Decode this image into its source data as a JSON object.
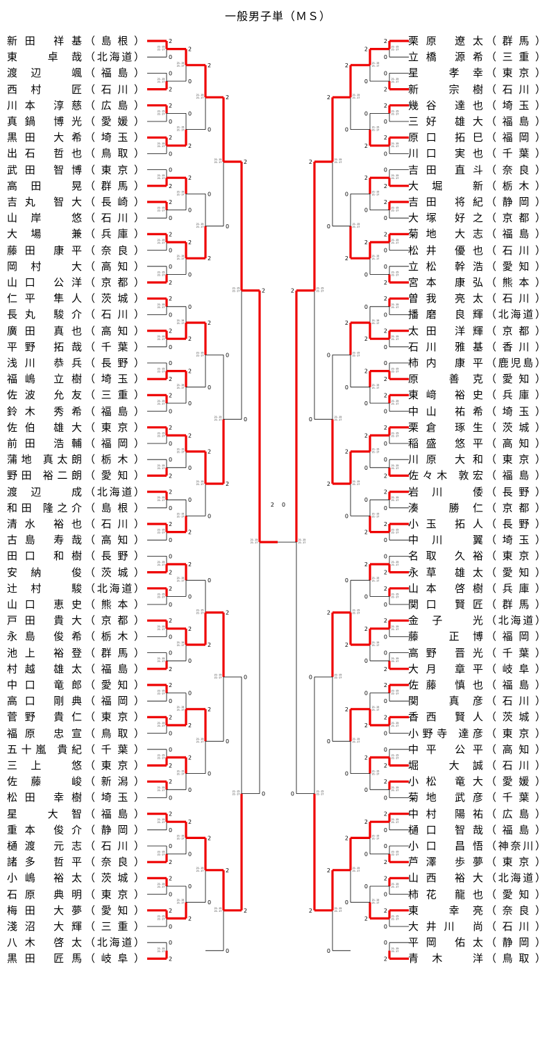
{
  "title": "一般男子単（ＭＳ）",
  "left": [
    {
      "name": "新田 祥基",
      "pref": "島根"
    },
    {
      "name": "東 卓哉",
      "pref": "北海道"
    },
    {
      "name": "渡辺 颯",
      "pref": "福島"
    },
    {
      "name": "西村 匠",
      "pref": "石川"
    },
    {
      "name": "川本 淳慈",
      "pref": "広島"
    },
    {
      "name": "真鍋 博光",
      "pref": "愛媛"
    },
    {
      "name": "黒田 大希",
      "pref": "埼玉"
    },
    {
      "name": "出石 哲也",
      "pref": "鳥取"
    },
    {
      "name": "武田 智博",
      "pref": "東京"
    },
    {
      "name": "高田 晃",
      "pref": "群馬"
    },
    {
      "name": "吉丸 智大",
      "pref": "長崎"
    },
    {
      "name": "山岸 悠",
      "pref": "石川"
    },
    {
      "name": "大場 兼",
      "pref": "兵庫"
    },
    {
      "name": "藤田 康平",
      "pref": "奈良"
    },
    {
      "name": "岡村 大",
      "pref": "高知"
    },
    {
      "name": "山口 公洋",
      "pref": "京都"
    },
    {
      "name": "仁平 隼人",
      "pref": "茨城"
    },
    {
      "name": "長丸 駿介",
      "pref": "石川"
    },
    {
      "name": "廣田 真也",
      "pref": "高知"
    },
    {
      "name": "平野 拓哉",
      "pref": "千葉"
    },
    {
      "name": "浅川 恭兵",
      "pref": "長野"
    },
    {
      "name": "福嶋 立樹",
      "pref": "埼玉"
    },
    {
      "name": "佐波 允友",
      "pref": "三重"
    },
    {
      "name": "鈴木 秀希",
      "pref": "福島"
    },
    {
      "name": "佐伯 雄大",
      "pref": "東京"
    },
    {
      "name": "前田 浩輔",
      "pref": "福岡"
    },
    {
      "name": "蒲地 真太朗",
      "pref": "栃木"
    },
    {
      "name": "野田 裕二朗",
      "pref": "愛知"
    },
    {
      "name": "渡辺 成",
      "pref": "北海道"
    },
    {
      "name": "和田 隆之介",
      "pref": "島根"
    },
    {
      "name": "清水 裕也",
      "pref": "石川"
    },
    {
      "name": "古島 寿哉",
      "pref": "高知"
    },
    {
      "name": "田口 和樹",
      "pref": "長野"
    },
    {
      "name": "安納 俊",
      "pref": "茨城"
    },
    {
      "name": "辻村 駿",
      "pref": "北海道"
    },
    {
      "name": "山口 恵史",
      "pref": "熊本"
    },
    {
      "name": "戸田 貴大",
      "pref": "京都"
    },
    {
      "name": "永島 俊希",
      "pref": "栃木"
    },
    {
      "name": "池上 裕登",
      "pref": "群馬"
    },
    {
      "name": "村越 雄太",
      "pref": "福島"
    },
    {
      "name": "中口 竜郎",
      "pref": "愛知"
    },
    {
      "name": "高口 剛典",
      "pref": "福岡"
    },
    {
      "name": "菅野 貴仁",
      "pref": "東京"
    },
    {
      "name": "福原 忠宣",
      "pref": "鳥取"
    },
    {
      "name": "五十嵐 貴紀",
      "pref": "千葉"
    },
    {
      "name": "三上 悠",
      "pref": "東京"
    },
    {
      "name": "佐藤 峻",
      "pref": "新潟"
    },
    {
      "name": "松田 幸樹",
      "pref": "埼玉"
    },
    {
      "name": "星 大智",
      "pref": "福島"
    },
    {
      "name": "重本 俊介",
      "pref": "静岡"
    },
    {
      "name": "樋渡 元志",
      "pref": "石川"
    },
    {
      "name": "諸多 哲平",
      "pref": "奈良"
    },
    {
      "name": "小嶋 裕太",
      "pref": "茨城"
    },
    {
      "name": "石原 典明",
      "pref": "東京"
    },
    {
      "name": "梅田 大夢",
      "pref": "愛知"
    },
    {
      "name": "淺沼 大輝",
      "pref": "三重"
    },
    {
      "name": "八木 啓太",
      "pref": "北海道"
    },
    {
      "name": "黒田 匠馬",
      "pref": "岐阜"
    }
  ],
  "right": [
    {
      "name": "栗原 遼太",
      "pref": "群馬"
    },
    {
      "name": "立橋 源希",
      "pref": "三重"
    },
    {
      "name": "星 孝幸",
      "pref": "東京"
    },
    {
      "name": "新 宗樹",
      "pref": "石川"
    },
    {
      "name": "幾谷 達也",
      "pref": "埼玉"
    },
    {
      "name": "三好 雄大",
      "pref": "福島"
    },
    {
      "name": "原口 拓巳",
      "pref": "福岡"
    },
    {
      "name": "川口 実也",
      "pref": "千葉"
    },
    {
      "name": "吉田 直斗",
      "pref": "奈良"
    },
    {
      "name": "大堀 新",
      "pref": "栃木"
    },
    {
      "name": "吉田 将紀",
      "pref": "静岡"
    },
    {
      "name": "大塚 好之",
      "pref": "京都"
    },
    {
      "name": "菊地 大志",
      "pref": "福島"
    },
    {
      "name": "松井 優也",
      "pref": "石川"
    },
    {
      "name": "立松 幹浩",
      "pref": "愛知"
    },
    {
      "name": "宮本 康弘",
      "pref": "熊本"
    },
    {
      "name": "曽我 亮太",
      "pref": "石川"
    },
    {
      "name": "播磨 良輝",
      "pref": "北海道"
    },
    {
      "name": "太田 洋輝",
      "pref": "京都"
    },
    {
      "name": "石川 雅基",
      "pref": "香川"
    },
    {
      "name": "柿内 康平",
      "pref": "鹿児島"
    },
    {
      "name": "原 善克",
      "pref": "愛知"
    },
    {
      "name": "東﨑 裕史",
      "pref": "兵庫"
    },
    {
      "name": "中山 祐希",
      "pref": "埼玉"
    },
    {
      "name": "栗倉 琢生",
      "pref": "茨城"
    },
    {
      "name": "稲盛 悠平",
      "pref": "高知"
    },
    {
      "name": "川原 大和",
      "pref": "東京"
    },
    {
      "name": "佐々木 敦宏",
      "pref": "福島"
    },
    {
      "name": "岩川 倭",
      "pref": "長野"
    },
    {
      "name": "湊 勝仁",
      "pref": "京都"
    },
    {
      "name": "小玉 拓人",
      "pref": "長野"
    },
    {
      "name": "中川 翼",
      "pref": "埼玉"
    },
    {
      "name": "名取 久裕",
      "pref": "東京"
    },
    {
      "name": "永草 雄太",
      "pref": "愛知"
    },
    {
      "name": "山本 啓樹",
      "pref": "兵庫"
    },
    {
      "name": "関口 賢匠",
      "pref": "群馬"
    },
    {
      "name": "金子 光",
      "pref": "北海道"
    },
    {
      "name": "藤 正博",
      "pref": "福岡"
    },
    {
      "name": "高野 晋光",
      "pref": "千葉"
    },
    {
      "name": "大月 章平",
      "pref": "岐阜"
    },
    {
      "name": "佐藤 慎也",
      "pref": "福島"
    },
    {
      "name": "関 真彦",
      "pref": "石川"
    },
    {
      "name": "香西 賢人",
      "pref": "茨城"
    },
    {
      "name": "小野寺 達彦",
      "pref": "東京"
    },
    {
      "name": "中平 公平",
      "pref": "高知"
    },
    {
      "name": "堀 大誠",
      "pref": "石川"
    },
    {
      "name": "小松 竜大",
      "pref": "愛媛"
    },
    {
      "name": "菊地 武彦",
      "pref": "千葉"
    },
    {
      "name": "中村 陽祐",
      "pref": "広島"
    },
    {
      "name": "樋口 智哉",
      "pref": "福島"
    },
    {
      "name": "小口 昌悟",
      "pref": "神奈川"
    },
    {
      "name": "芦澤 歩夢",
      "pref": "東京"
    },
    {
      "name": "山西 裕大",
      "pref": "北海道"
    },
    {
      "name": "柿花 龍也",
      "pref": "愛知"
    },
    {
      "name": "東 幸亮",
      "pref": "奈良"
    },
    {
      "name": "大井川 尚",
      "pref": "石川"
    },
    {
      "name": "平岡 佑太",
      "pref": "静岡"
    },
    {
      "name": "青木 洋",
      "pref": "鳥取"
    }
  ],
  "final": {
    "left_score": "2",
    "right_score": "0"
  }
}
